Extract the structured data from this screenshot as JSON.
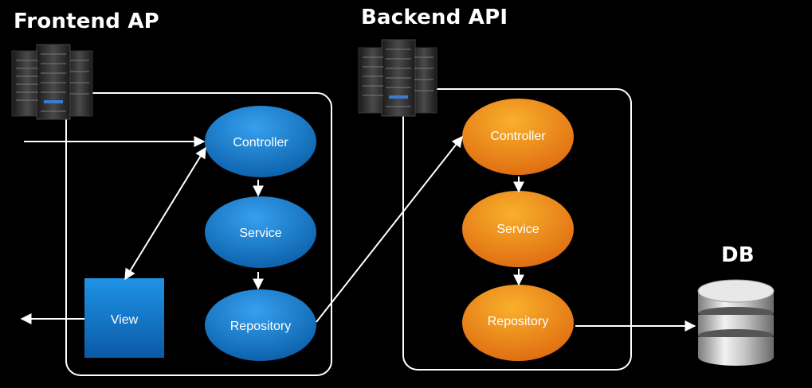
{
  "frontend": {
    "title": "Frontend AP",
    "nodes": {
      "controller": "Controller",
      "service": "Service",
      "repository": "Repository",
      "view": "View"
    }
  },
  "backend": {
    "title": "Backend API",
    "nodes": {
      "controller": "Controller",
      "service": "Service",
      "repository": "Repository"
    }
  },
  "db": {
    "title": "DB"
  },
  "colors": {
    "background": "#000000",
    "blue": "#1476c6",
    "orange": "#f08a1a",
    "line": "#ffffff"
  },
  "icons": [
    "server-rack-icon",
    "database-icon"
  ]
}
